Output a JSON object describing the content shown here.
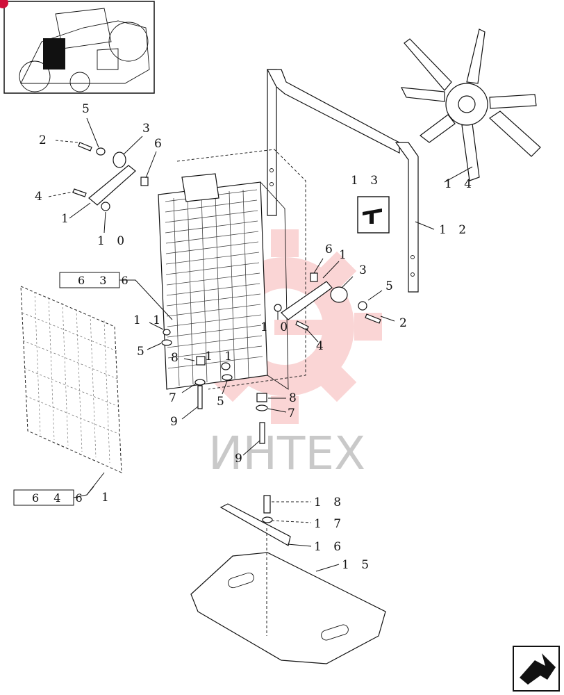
{
  "watermark": {
    "text": "ИНТЕХ",
    "color": "#f29a9a"
  },
  "ref_boxes": {
    "ref_636": "6 3 6",
    "ref_646": "6 4 6"
  },
  "callouts": {
    "c1_top": "1",
    "c2_top": "2",
    "c3_top": "3",
    "c4_top": "4",
    "c5_top": "5",
    "c6_top": "6",
    "c10_top": "1 0",
    "c13": "1 3",
    "c14": "1 4",
    "c12": "1 2",
    "c6_mid": "6",
    "c1_mid": "1",
    "c3_mid": "3",
    "c5_mid": "5",
    "c2_mid": "2",
    "c10_mid": "1 0",
    "c4_mid": "4",
    "c11_left": "1 1",
    "c5_left": "5",
    "c8_left": "8",
    "c11_mid": "1 1",
    "c7_left": "7",
    "c5_bot": "5",
    "c9_left": "9",
    "c8_right": "8",
    "c7_right": "7",
    "c9_bot": "9",
    "c1_grille": "1",
    "c18": "1 8",
    "c17": "1 7",
    "c16": "1 6",
    "c15": "1 5"
  },
  "icons": [
    "tractor-thumbnail-icon",
    "next-page-arrow-icon",
    "gear-watermark-icon"
  ]
}
